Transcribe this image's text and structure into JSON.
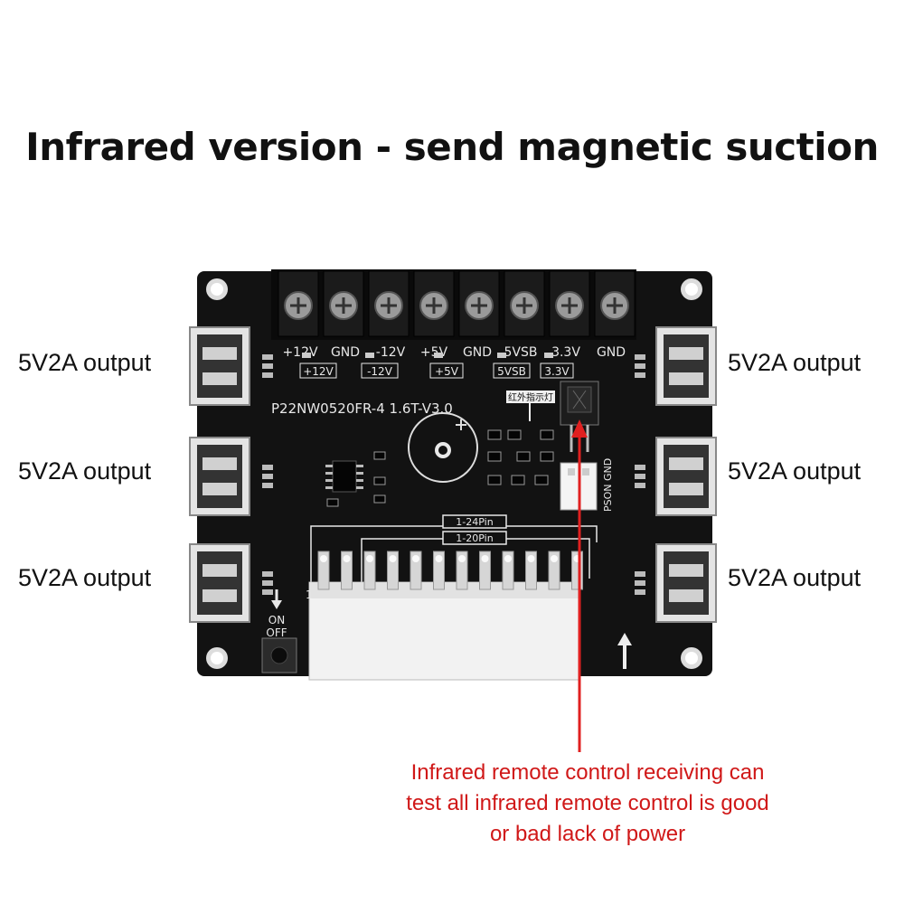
{
  "title": "Infrared version - send magnetic suction",
  "outputs": {
    "left": [
      "5V2A output",
      "5V2A output",
      "5V2A output"
    ],
    "right": [
      "5V2A output",
      "5V2A output",
      "5V2A output"
    ]
  },
  "board": {
    "terminals": [
      "+12V",
      "GND",
      "-12V",
      "+5V",
      "GND",
      "5VSB",
      "3.3V",
      "GND"
    ],
    "indicators": [
      "+12V",
      "-12V",
      "+5V",
      "5VSB",
      "3.3V"
    ],
    "model": "P22NW0520FR-4 1.6T-V3.0",
    "ir_label": "红外指示灯",
    "connector_labels": [
      "1-24Pin",
      "1-20Pin"
    ],
    "ps_on_label": "PSON GND",
    "switch_on": "ON",
    "switch_off": "OFF",
    "pin_marker": "1"
  },
  "annotation": [
    "Infrared remote control receiving can",
    "test all infrared remote control is good",
    "or bad lack of power"
  ],
  "colors": {
    "board": "#111111",
    "annotation": "#d01818",
    "arrow": "#e02020"
  }
}
